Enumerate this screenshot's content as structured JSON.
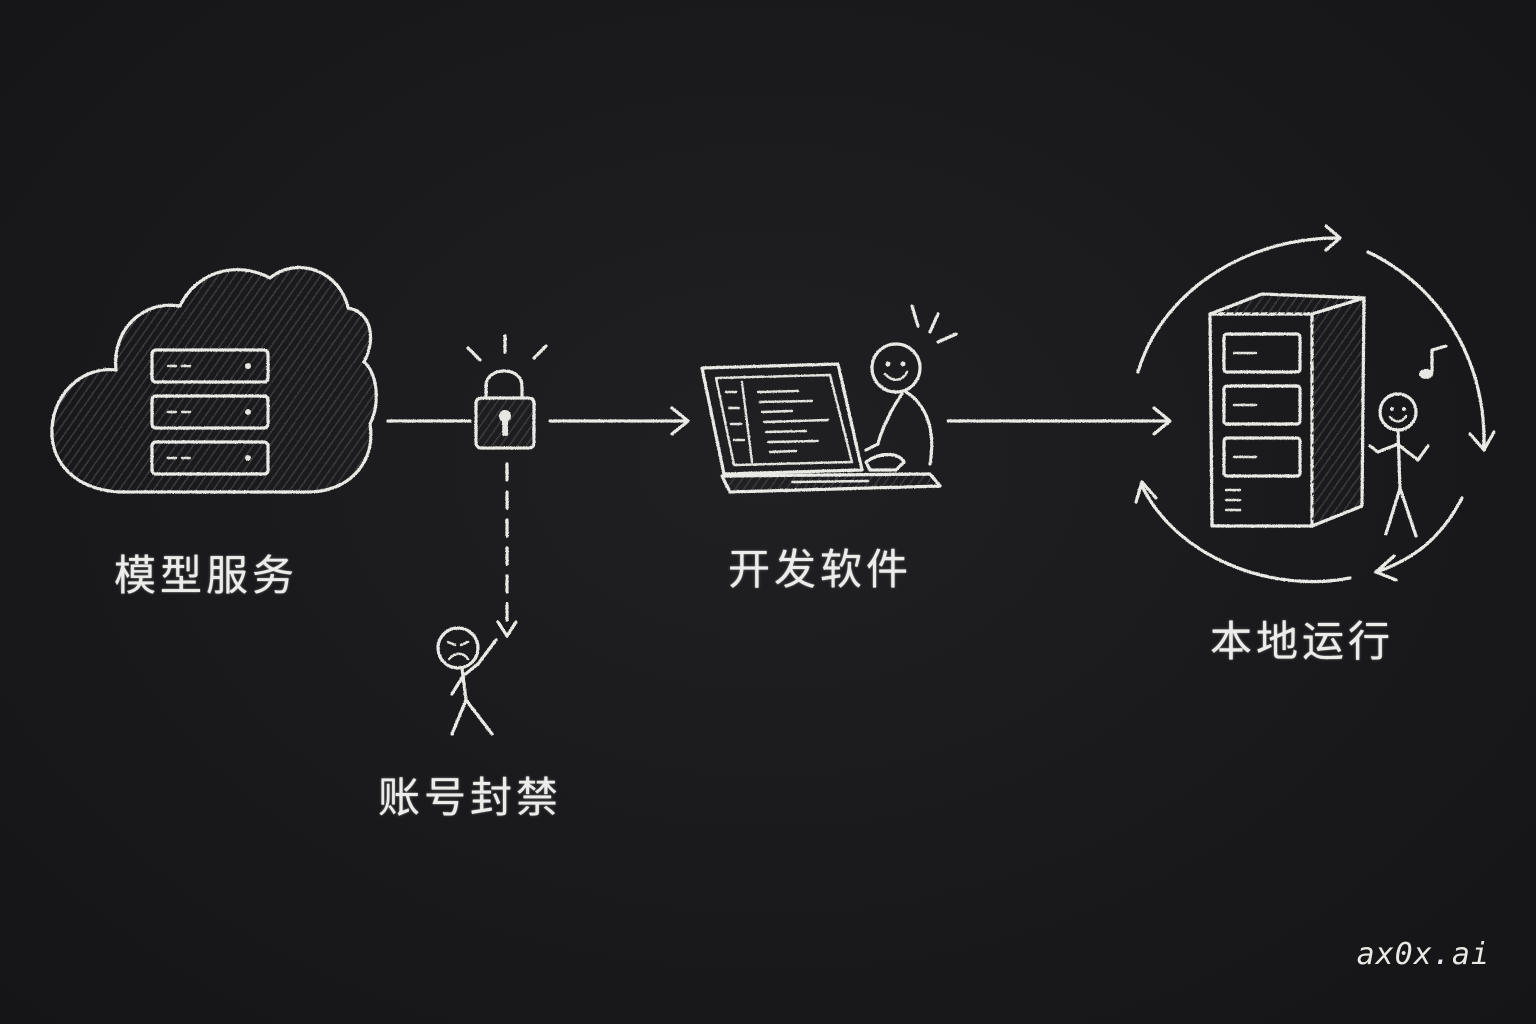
{
  "colors": {
    "background": "#19191b",
    "chalk": "#e9e9e6"
  },
  "nodes": [
    {
      "id": "model-service",
      "label": "模型服务",
      "icon": "cloud-server-icon"
    },
    {
      "id": "account-ban",
      "label": "账号封禁",
      "icon": "sad-person-icon"
    },
    {
      "id": "dev-software",
      "label": "开发软件",
      "icon": "developer-laptop-icon"
    },
    {
      "id": "local-run",
      "label": "本地运行",
      "icon": "local-server-tower-icon"
    }
  ],
  "edges": [
    {
      "from": "model-service",
      "to": "dev-software",
      "via": "lock-icon",
      "style": "solid"
    },
    {
      "from": "lock",
      "to": "account-ban",
      "style": "dashed"
    },
    {
      "from": "dev-software",
      "to": "local-run",
      "style": "solid"
    }
  ],
  "watermark": "ax0x.ai"
}
